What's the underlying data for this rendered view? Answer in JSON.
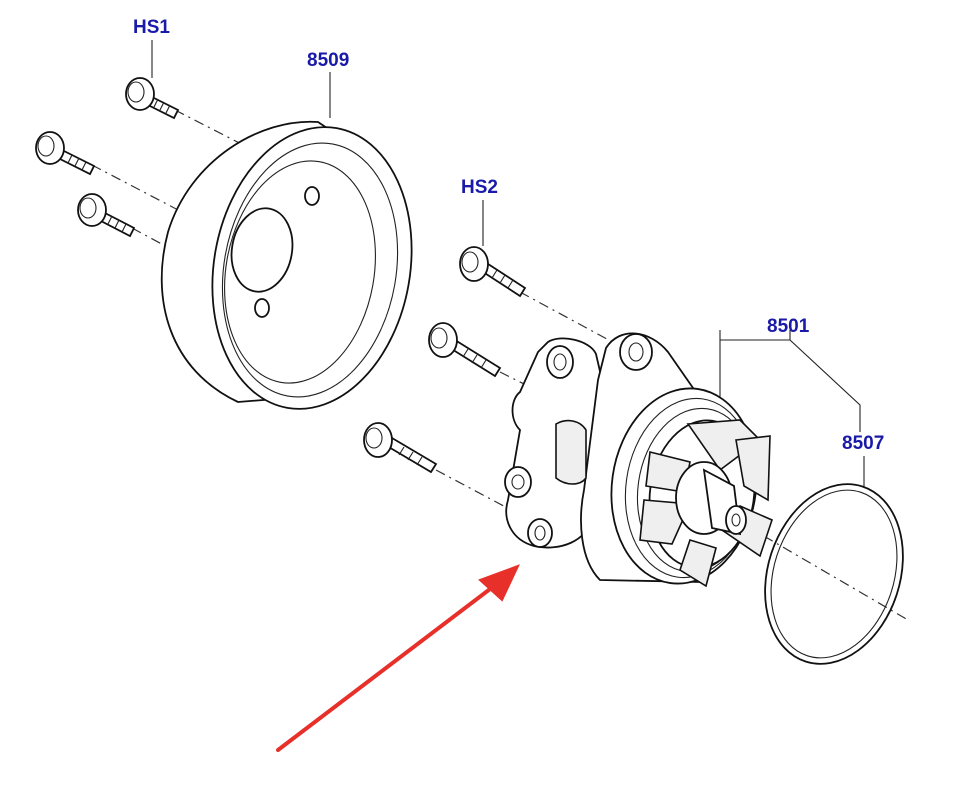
{
  "callouts": {
    "hs1": "HS1",
    "pulley": "8509",
    "hs2": "HS2",
    "pump": "8501",
    "gasket": "8507"
  },
  "colors": {
    "label": "#1a1aa8",
    "arrow": "#e8302a",
    "line": "#111111"
  },
  "icons": {
    "arrow": "red-pointer-arrow-icon"
  }
}
